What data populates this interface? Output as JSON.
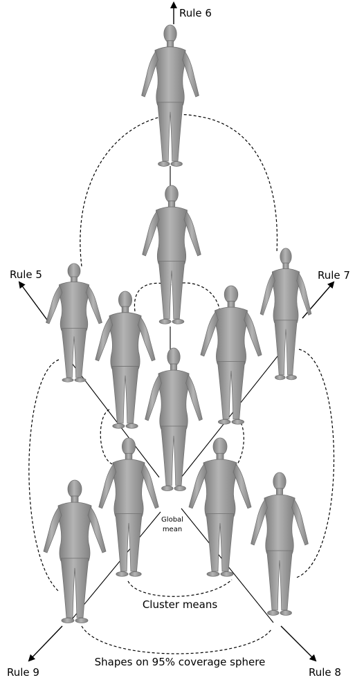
{
  "labels": {
    "rule_6": "Rule 6",
    "rule_5": "Rule 5",
    "rule_7": "Rule 7",
    "rule_8": "Rule 8",
    "rule_9": "Rule 9",
    "global_mean_line1": "Global",
    "global_mean_line2": "mean",
    "cluster_means": "Cluster means",
    "coverage_sphere": "Shapes on 95% coverage sphere"
  },
  "colors": {
    "figure_fill": "#9a9a9a",
    "figure_stroke": "#6e6e6e",
    "line": "#000000",
    "background": "#ffffff"
  }
}
